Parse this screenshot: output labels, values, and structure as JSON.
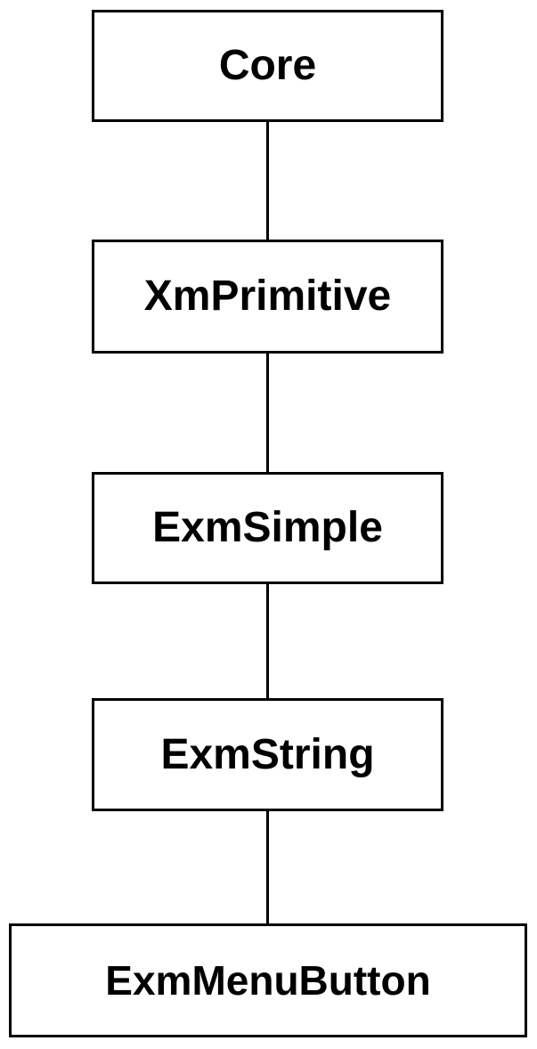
{
  "diagram": {
    "background_color": "#ffffff",
    "box_border_color": "#000000",
    "text_color": "#000000",
    "connector_color": "#000000",
    "nodes": [
      {
        "label": "Core"
      },
      {
        "label": "XmPrimitive"
      },
      {
        "label": "ExmSimple"
      },
      {
        "label": "ExmString"
      },
      {
        "label": "ExmMenuButton"
      }
    ],
    "edges": [
      {
        "from": "Core",
        "to": "XmPrimitive"
      },
      {
        "from": "XmPrimitive",
        "to": "ExmSimple"
      },
      {
        "from": "ExmSimple",
        "to": "ExmString"
      },
      {
        "from": "ExmString",
        "to": "ExmMenuButton"
      }
    ]
  }
}
